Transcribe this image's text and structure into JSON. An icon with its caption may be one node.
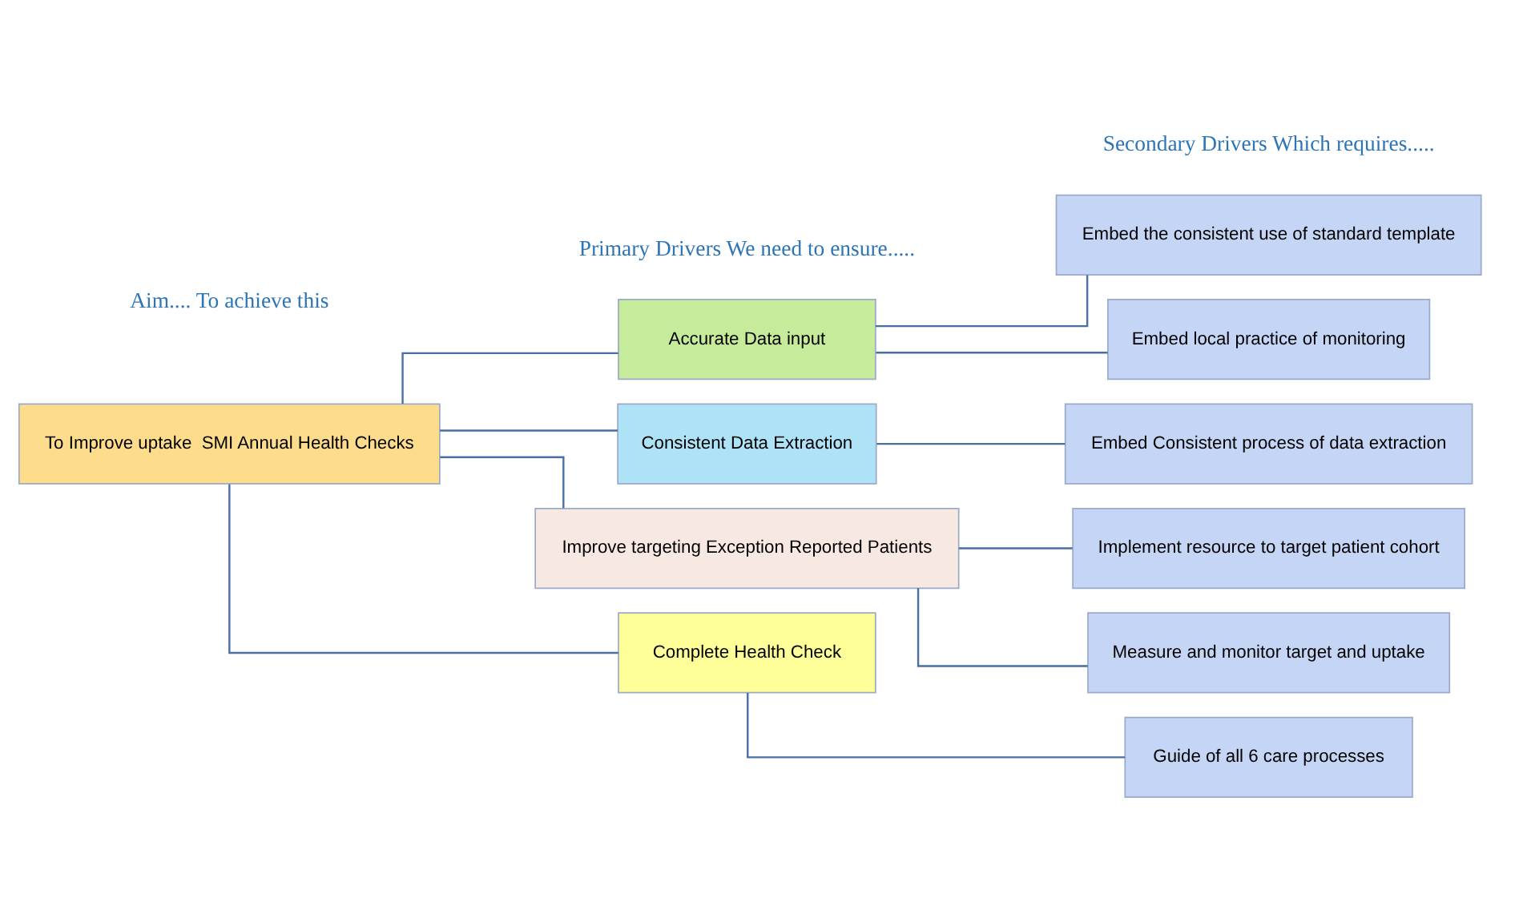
{
  "diagram": {
    "nodes": [
      {
        "text": [
          "To Improve uptake  SMI Annual Health Checks"
        ]
      },
      {
        "text": [
          "Complete Health Check"
        ]
      },
      {
        "text": [
          "Accurate Data input"
        ]
      },
      {
        "text": [
          "Consistent Data Extraction"
        ]
      },
      {
        "text": [
          "Improve targeting Exception Reported Patients"
        ]
      },
      {
        "text": [
          "Guide of all 6 care processes"
        ]
      },
      {
        "text": [
          "Embed the consistent use of standard template"
        ]
      },
      {
        "text": [
          "Embed local practice of monitoring"
        ]
      },
      {
        "text": [
          "Embed Consistent process of data extraction"
        ]
      },
      {
        "text": [
          "Implement resource to target patient cohort"
        ]
      },
      {
        "text": [
          "Measure and monitor target and uptake"
        ]
      }
    ],
    "edges": [
      {
        "from": 0,
        "to": 1,
        "arrow": "none"
      },
      {
        "from": 0,
        "to": 2,
        "arrow": "none"
      },
      {
        "from": 0,
        "to": 3,
        "arrow": "none"
      },
      {
        "from": 0,
        "to": 4,
        "arrow": "none"
      },
      {
        "from": 1,
        "to": 5,
        "arrow": "none"
      },
      {
        "from": 2,
        "to": 6,
        "arrow": "none"
      },
      {
        "from": 2,
        "to": 7,
        "arrow": "none"
      },
      {
        "from": 3,
        "to": 8,
        "arrow": "none"
      },
      {
        "from": 4,
        "to": 9,
        "arrow": "none"
      },
      {
        "from": 4,
        "to": 10,
        "arrow": "none"
      }
    ],
    "labels": [
      "Aim.... To achieve this",
      "Primary Drivers We need to ensure.....",
      "Secondary Drivers Which requires....."
    ]
  }
}
